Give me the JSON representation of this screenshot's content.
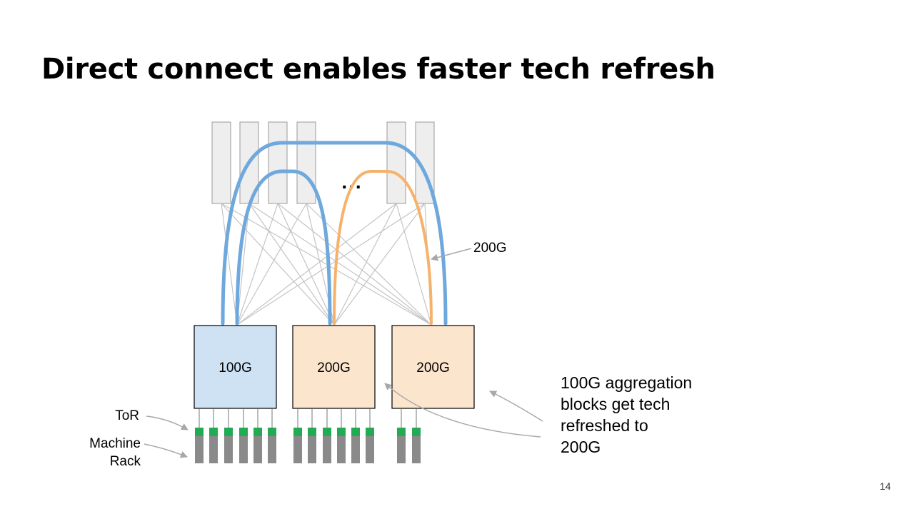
{
  "slide": {
    "title": "Direct connect enables faster tech refresh",
    "page_number": "14"
  },
  "diagram": {
    "ellipsis": "...",
    "link_label": "200G",
    "blocks": [
      {
        "label": "100G",
        "color": "#cfe2f3"
      },
      {
        "label": "200G",
        "color": "#fce5cd"
      },
      {
        "label": "200G",
        "color": "#fce5cd"
      }
    ],
    "tor_label": "ToR",
    "machine_rack_label_line1": "Machine",
    "machine_rack_label_line2": "Rack",
    "callout_lines": [
      "100G aggregation",
      "blocks get tech",
      "refreshed to",
      "200G"
    ]
  },
  "colors": {
    "link_100g": "#6fa8dc",
    "link_200g": "#f6b26b",
    "tor": "#22aa55",
    "machine": "#8a8a8a",
    "spine": "#eeeeee",
    "mesh": "#c4c4c4",
    "arrow": "#a8a8a8"
  }
}
